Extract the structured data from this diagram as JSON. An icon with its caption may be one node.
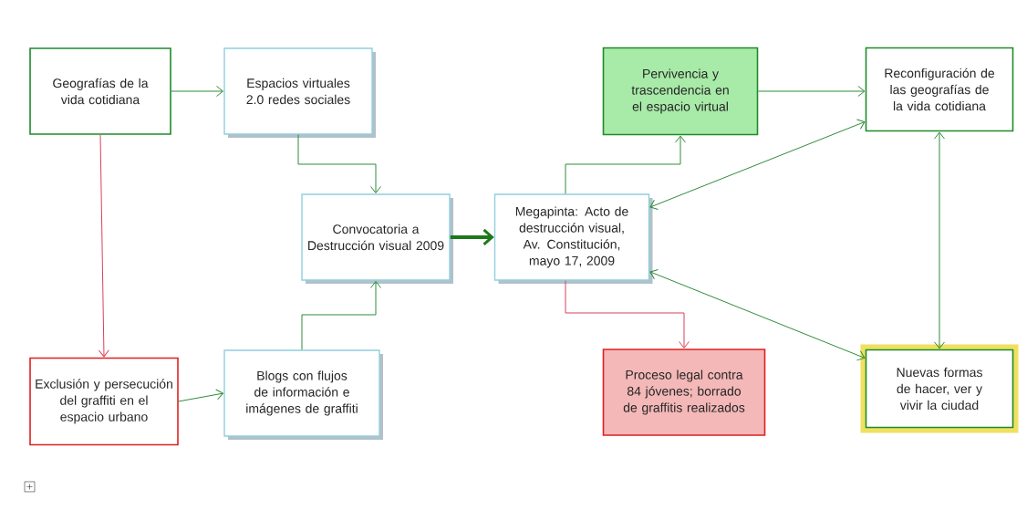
{
  "diagram": {
    "nodes": [
      {
        "text": [
          "Geografías de la vida cotidiana"
        ]
      },
      {
        "text": [
          "Espacios virtuales 2.0 redes sociales"
        ]
      },
      {
        "text": [
          "Convocatoria a Destrucción visual 2009"
        ]
      },
      {
        "text": [
          "Megapinta: Acto de destrucción visual, Av. Constitución, mayo 17, 2009"
        ]
      },
      {
        "text": [
          "Pervivencia y trascendencia en el espacio virtual"
        ]
      },
      {
        "text": [
          "Reconfiguración de las geografías de la vida cotidiana"
        ]
      },
      {
        "text": [
          "Exclusión y persecución del graffiti en el espacio urbano"
        ]
      },
      {
        "text": [
          "Blogs con flujos de información e imágenes de graffiti"
        ]
      },
      {
        "text": [
          "Proceso legal contra 84 jóvenes; borrado de graffitis realizados"
        ]
      },
      {
        "text": [
          "Nuevas formas de hacer, ver y vivir la ciudad"
        ]
      }
    ],
    "edges": [
      {
        "from": 0,
        "to": 1,
        "arrow": "to"
      },
      {
        "from": 1,
        "to": 2,
        "arrow": "to"
      },
      {
        "from": 7,
        "to": 2,
        "arrow": "to"
      },
      {
        "from": 2,
        "to": 3,
        "arrow": "to",
        "style": "thick"
      },
      {
        "from": 3,
        "to": 4,
        "arrow": "to"
      },
      {
        "from": 4,
        "to": 5,
        "arrow": "to"
      },
      {
        "from": 3,
        "to": 5,
        "arrow": "both"
      },
      {
        "from": 3,
        "to": 9,
        "arrow": "both"
      },
      {
        "from": 5,
        "to": 9,
        "arrow": "both"
      },
      {
        "from": 0,
        "to": 6,
        "arrow": "to",
        "color": "#d9405a"
      },
      {
        "from": 6,
        "to": 7,
        "arrow": "to"
      },
      {
        "from": 3,
        "to": 8,
        "arrow": "to",
        "color": "#d9405a"
      }
    ]
  }
}
